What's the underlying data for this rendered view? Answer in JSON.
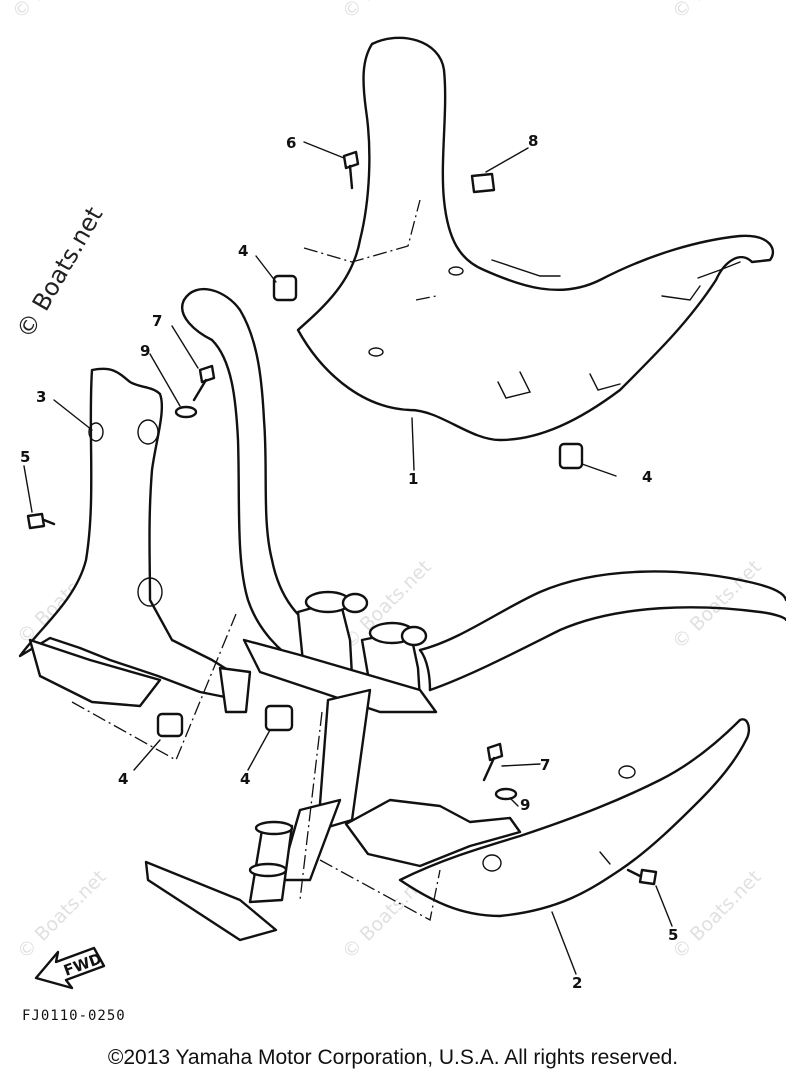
{
  "diagram": {
    "callouts": [
      "1",
      "2",
      "3",
      "4",
      "4",
      "4",
      "4",
      "5",
      "5",
      "6",
      "7",
      "7",
      "8",
      "9",
      "9"
    ],
    "fwd_label": "FWD",
    "drawing_code": "FJ0110-0250",
    "watermark": "© Boats.net"
  },
  "footer": {
    "copyright": "©2013 Yamaha Motor Corporation, U.S.A. All rights reserved."
  }
}
